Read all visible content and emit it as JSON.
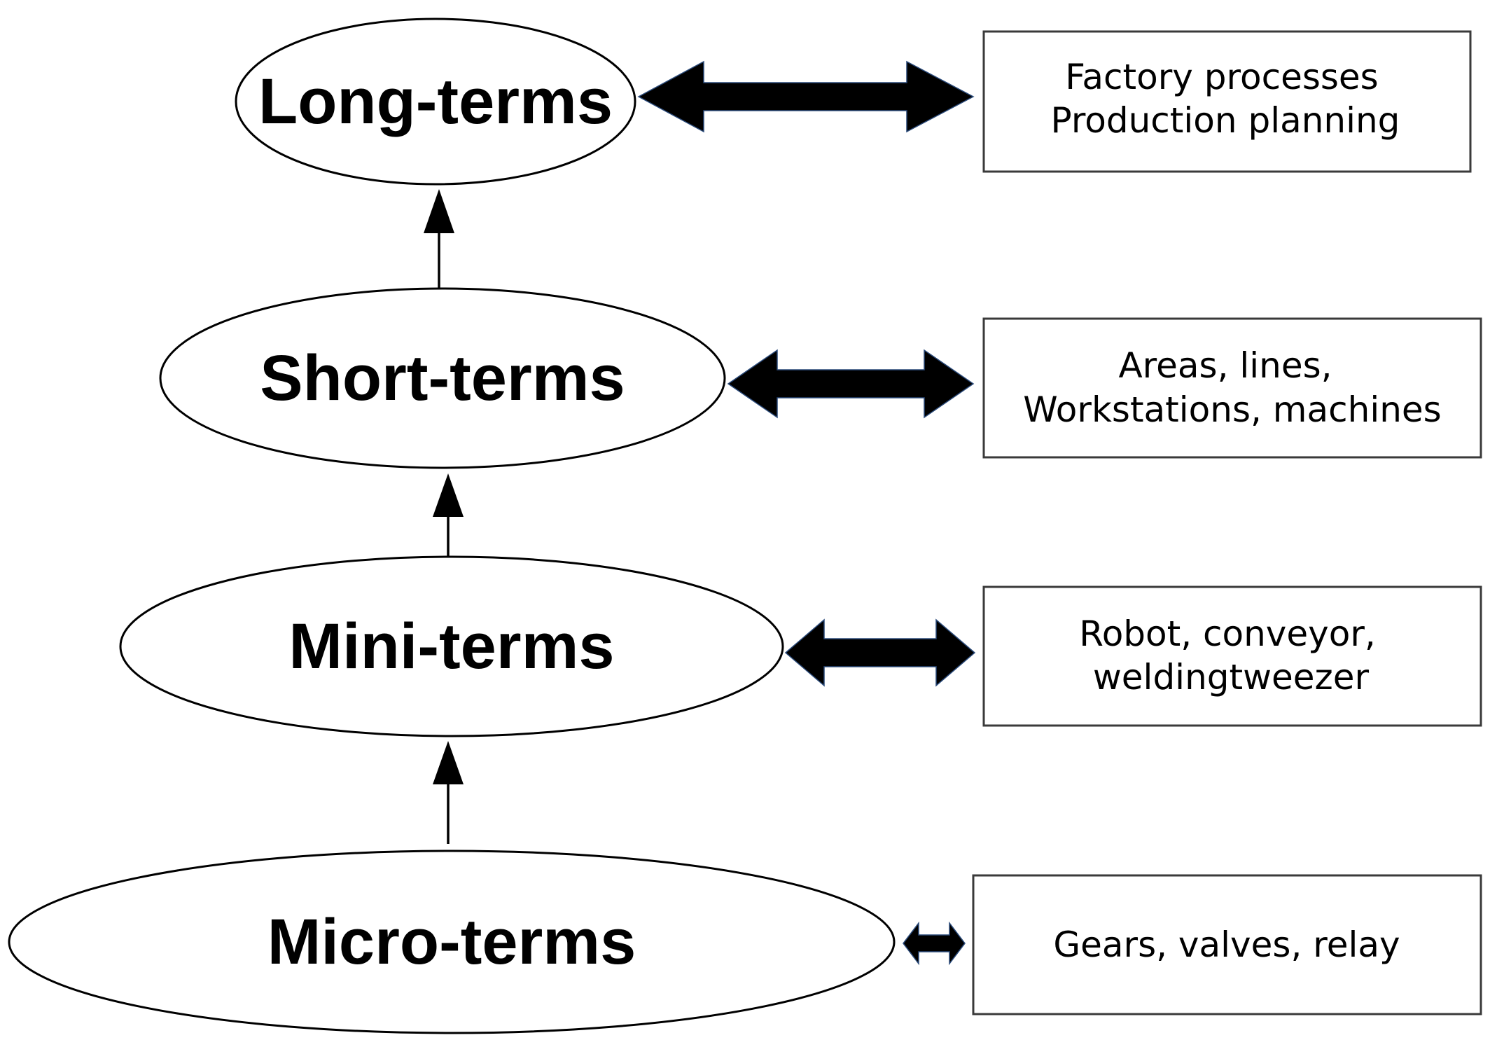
{
  "levels": [
    {
      "label": "Long-terms",
      "examples": [
        "Factory processes",
        "Production planning"
      ]
    },
    {
      "label": "Short-terms",
      "examples": [
        "Areas, lines,",
        "Workstations, machines"
      ]
    },
    {
      "label": "Mini-terms",
      "examples": [
        "Robot, conveyor,",
        "weldingtweezer"
      ]
    },
    {
      "label": "Micro-terms",
      "examples": [
        "Gears, valves, relay"
      ]
    }
  ],
  "colors": {
    "stroke": "#000000",
    "arrow_fill": "#000000",
    "arrow_outline": "#2a4a7a",
    "box_border": "#3a3a3a"
  }
}
